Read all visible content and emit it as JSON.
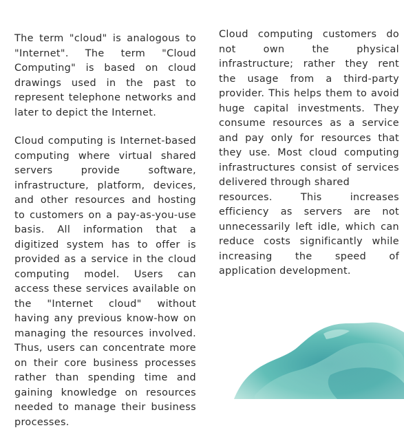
{
  "left_column": {
    "paragraph_1": "The term \"cloud\" is analogous to \"Internet\". The term \"Cloud Computing\" is based on cloud drawings used in the past to represent telephone networks and later to depict the Internet.",
    "paragraph_2": "Cloud computing is Internet-based computing where virtual shared servers provide software, infrastructure, platform, devices, and other resources and hosting to customers on a pay-as-you-use basis. All information that a digitized system has to offer is provided as a service in the cloud computing model. Users can access these services available on the \"Internet cloud\" without having any previous know-how on managing the resources involved. Thus, users can concentrate more on their core business processes rather than spending time and gaining knowledge on resources needed to manage their business processes."
  },
  "right_column": {
    "paragraph_1a": "Cloud computing customers do not own the physical infrastructure; rather they rent the usage from a third-party provider. This helps them to avoid huge capital investments. They consume resources as a service and pay only for resources that they use. Most cloud computing infrastructures consist of services delivered through shared",
    "paragraph_1b": "resources. This increases efficiency as servers are not unnecessarily left idle, which can reduce costs significantly while increasing the speed of application development."
  },
  "decoration": {
    "splash_color_main": "#3aaea5",
    "splash_color_light": "#7fcdc4",
    "splash_color_dark": "#1f8f95"
  }
}
